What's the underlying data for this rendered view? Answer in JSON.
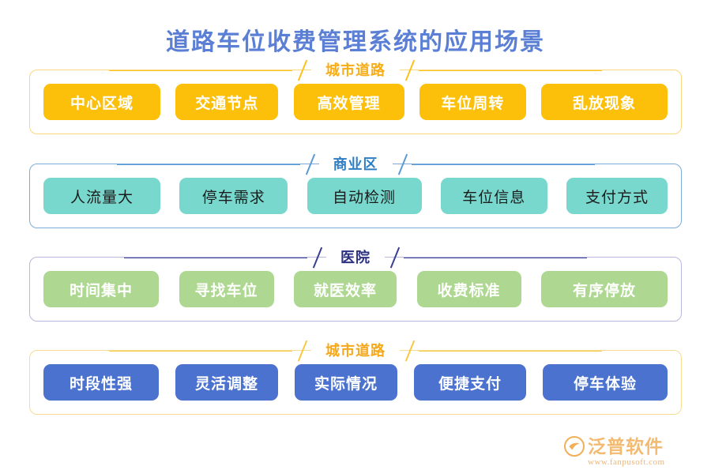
{
  "page": {
    "title": "道路车位收费管理系统的应用场景",
    "title_color": "#5b7fd4",
    "background": "#ffffff"
  },
  "sections": [
    {
      "id": "city-road-top",
      "header": "城市道路",
      "header_color": "#f7ad18",
      "border_color": "#fbd87e",
      "chip_bg": "#fcc00b",
      "chip_text_color": "#ffffff",
      "chips": [
        "中心区域",
        "交通节点",
        "高效管理",
        "车位周转",
        "乱放现象"
      ]
    },
    {
      "id": "commercial-district",
      "header": "商业区",
      "header_color": "#2f7ec4",
      "border_color": "#7fa9d8",
      "chip_bg": "#79d8cd",
      "chip_text_color": "#1c1c1c",
      "chips": [
        "人流量大",
        "停车需求",
        "自动检测",
        "车位信息",
        "支付方式"
      ]
    },
    {
      "id": "hospital",
      "header": "医院",
      "header_color": "#2b3180",
      "border_color": "#b9b8de",
      "chip_bg": "#aed891",
      "chip_text_color": "#ffffff",
      "chips": [
        "时间集中",
        "寻找车位",
        "就医效率",
        "收费标准",
        "有序停放"
      ]
    },
    {
      "id": "city-road-bottom",
      "header": "城市道路",
      "header_color": "#f5a81c",
      "border_color": "#f7dc96",
      "chip_bg": "#4a72ce",
      "chip_text_color": "#ffffff",
      "chips": [
        "时段性强",
        "灵活调整",
        "实际情况",
        "便捷支付",
        "停车体验"
      ]
    }
  ],
  "watermark": {
    "brand": "泛普软件",
    "url": "www.fanpusoft.com",
    "color": "#f0a94a"
  }
}
